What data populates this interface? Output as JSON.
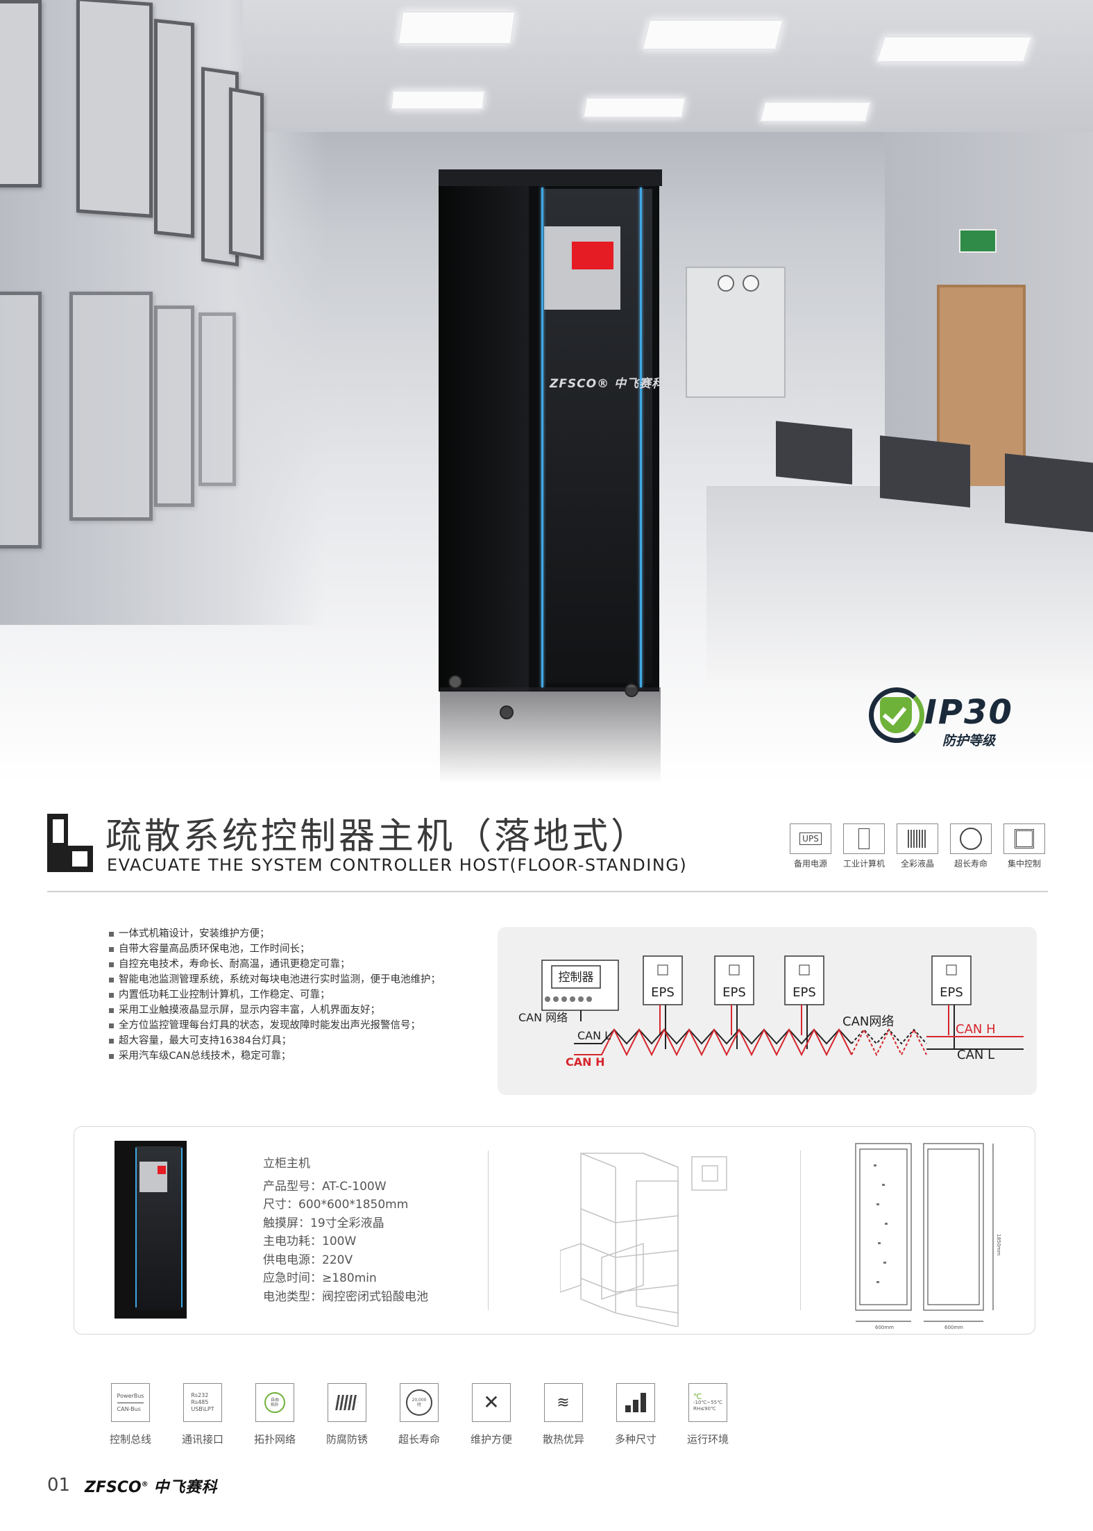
{
  "hero": {
    "cabinet_logo": "ZFSCO® 中飞赛科",
    "ip_badge": {
      "rating": "IP30",
      "label": "防护等级"
    }
  },
  "title": {
    "cn": "疏散系统控制器主机（落地式）",
    "en": "EVACUATE THE SYSTEM CONTROLLER HOST(FLOOR-STANDING)"
  },
  "top_features": [
    {
      "icon": "ups-icon",
      "box": "UPS",
      "label": "备用电源"
    },
    {
      "icon": "industrial-computer-icon",
      "box": "",
      "label": "工业计算机"
    },
    {
      "icon": "full-color-lcd-icon",
      "box": "",
      "label": "全彩液晶"
    },
    {
      "icon": "clock-icon",
      "box": "",
      "label": "超长寿命"
    },
    {
      "icon": "chip-icon",
      "box": "",
      "label": "集中控制"
    }
  ],
  "bullets": [
    "一体式机箱设计，安装维护方便；",
    "自带大容量高品质环保电池，工作时间长；",
    "自控充电技术，寿命长、耐高温，通讯更稳定可靠；",
    "智能电池监测管理系统，系统对每块电池进行实时监测，便于电池维护；",
    "内置低功耗工业控制计算机，工作稳定、可靠；",
    "采用工业触摸液晶显示屏，显示内容丰富，人机界面友好；",
    "全方位监控管理每台灯具的状态，发现故障时能发出声光报警信号；",
    "超大容量，最大可支持16384台灯具；",
    "采用汽车级CAN总线技术，稳定可靠；"
  ],
  "can_diagram": {
    "controller": "控制器",
    "eps": [
      "EPS",
      "EPS",
      "EPS",
      "EPS"
    ],
    "can_network_left": "CAN 网络",
    "can_network_right": "CAN网络",
    "can_l": "CAN L",
    "can_h": "CAN H",
    "colors": {
      "can_h": "#d7262d",
      "can_l": "#222222"
    }
  },
  "spec": {
    "heading": "立柜主机",
    "lines": [
      "产品型号：AT-C-100W",
      "尺寸：600*600*1850mm",
      "触摸屏：19寸全彩液晶",
      "主电功耗：100W",
      "供电电源：220V",
      "应急时间：≥180min",
      "电池类型：阀控密闭式铅酸电池"
    ],
    "dims": {
      "w1": "600mm",
      "w2": "600mm",
      "h": "1850mm"
    }
  },
  "bottom_features": [
    {
      "icon": "bus-control-icon",
      "label": "控制总线",
      "box_text": [
        "PowerBus",
        "CAN-Bus"
      ]
    },
    {
      "icon": "comm-interface-icon",
      "label": "通讯接口",
      "box_text": [
        "Rs232",
        "Rs485",
        "USB\\LPT"
      ]
    },
    {
      "icon": "topology-icon",
      "label": "拓扑网络",
      "box_text": [
        "自由",
        "拓扑"
      ]
    },
    {
      "icon": "anti-corrosion-icon",
      "label": "防腐防锈",
      "box_text": []
    },
    {
      "icon": "long-life-icon",
      "label": "超长寿命",
      "box_text": [
        "20,000",
        "时"
      ]
    },
    {
      "icon": "tools-icon",
      "label": "维护方便",
      "box_text": []
    },
    {
      "icon": "heat-dissipation-icon",
      "label": "散热优异",
      "box_text": []
    },
    {
      "icon": "sizes-icon",
      "label": "多种尺寸",
      "box_text": []
    },
    {
      "icon": "environment-icon",
      "label": "运行环境",
      "box_text": [
        "℃",
        "-10℃~55℃",
        "RH≤90℃"
      ]
    }
  ],
  "footer": {
    "page": "01",
    "logo_en": "ZFSCO",
    "logo_cn": "中飞赛科"
  }
}
